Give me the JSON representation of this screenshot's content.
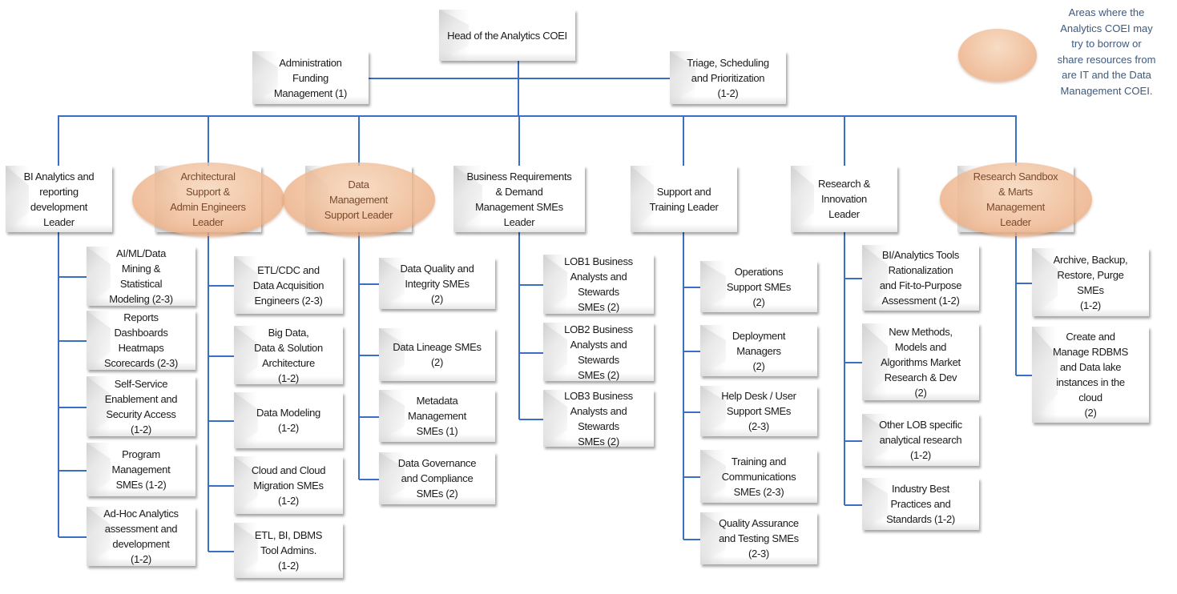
{
  "colors": {
    "connector": "#3a6fc4",
    "box_face": "#ffffff",
    "box_bevel": "#d9d9d9",
    "highlight_ellipse": "#ebac80",
    "highlight_text": "#7b4a2e",
    "legend_text": "#3d5a80"
  },
  "legend": {
    "text": "Areas where the\nAnalytics COEI may\ntry to borrow or\nshare resources from\nare IT and the Data\nManagement COEI."
  },
  "head": {
    "label": "Head of the Analytics COEI"
  },
  "staff": [
    {
      "label": "Administration\nFunding\nManagement (1)"
    },
    {
      "label": "Triage, Scheduling\nand Prioritization\n(1-2)"
    }
  ],
  "leaders": [
    {
      "label": "BI Analytics and\nreporting\ndevelopment\nLeader",
      "shared": false,
      "children": [
        {
          "label": "AI/ML/Data\nMining &\nStatistical\nModeling (2-3)"
        },
        {
          "label": "Reports\nDashboards\nHeatmaps\nScorecards (2-3)"
        },
        {
          "label": "Self-Service\nEnablement and\nSecurity Access\n(1-2)"
        },
        {
          "label": "Program\nManagement\nSMEs (1-2)"
        },
        {
          "label": "Ad-Hoc Analytics\nassessment and\ndevelopment\n(1-2)"
        }
      ]
    },
    {
      "label": "Architectural\nSupport &\nAdmin Engineers\nLeader",
      "shared": true,
      "children": [
        {
          "label": "ETL/CDC and\nData Acquisition\nEngineers (2-3)"
        },
        {
          "label": "Big Data,\nData & Solution\nArchitecture\n(1-2)"
        },
        {
          "label": "Data Modeling\n(1-2)"
        },
        {
          "label": "Cloud and Cloud\nMigration SMEs\n(1-2)"
        },
        {
          "label": "ETL, BI, DBMS\nTool Admins.\n(1-2)"
        }
      ]
    },
    {
      "label": "Data\nManagement\nSupport Leader",
      "shared": true,
      "children": [
        {
          "label": "Data Quality and\nIntegrity SMEs\n(2)"
        },
        {
          "label": "Data Lineage SMEs\n(2)"
        },
        {
          "label": "Metadata\nManagement\nSMEs (1)"
        },
        {
          "label": "Data Governance\nand Compliance\nSMEs (2)"
        }
      ]
    },
    {
      "label": "Business Requirements\n& Demand\nManagement SMEs\nLeader",
      "shared": false,
      "children": [
        {
          "label": "LOB1 Business\nAnalysts and\nStewards\nSMEs (2)"
        },
        {
          "label": "LOB2 Business\nAnalysts and\nStewards\nSMEs (2)"
        },
        {
          "label": "LOB3 Business\nAnalysts and\nStewards\nSMEs (2)"
        }
      ]
    },
    {
      "label": "Support and\nTraining Leader",
      "shared": false,
      "children": [
        {
          "label": "Operations\nSupport SMEs\n(2)"
        },
        {
          "label": "Deployment\nManagers\n(2)"
        },
        {
          "label": "Help Desk / User\nSupport SMEs\n(2-3)"
        },
        {
          "label": "Training and\nCommunications\nSMEs (2-3)"
        },
        {
          "label": "Quality Assurance\nand Testing SMEs\n(2-3)"
        }
      ]
    },
    {
      "label": "Research &\nInnovation\nLeader",
      "shared": false,
      "children": [
        {
          "label": "BI/Analytics Tools\nRationalization\nand Fit-to-Purpose\nAssessment (1-2)"
        },
        {
          "label": "New Methods,\nModels and\nAlgorithms Market\nResearch & Dev\n(2)"
        },
        {
          "label": "Other LOB specific\nanalytical research\n(1-2)"
        },
        {
          "label": "Industry Best\nPractices and\nStandards (1-2)"
        }
      ]
    },
    {
      "label": "Research Sandbox\n& Marts\nManagement\nLeader",
      "shared": true,
      "children": [
        {
          "label": "Archive, Backup,\nRestore, Purge\nSMEs\n(1-2)"
        },
        {
          "label": "Create and\nManage RDBMS\nand Data lake\ninstances in the\ncloud\n(2)"
        }
      ]
    }
  ]
}
